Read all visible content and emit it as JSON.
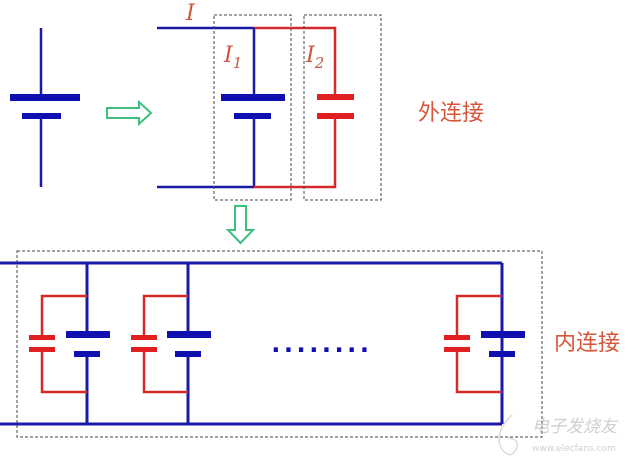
{
  "labels": {
    "total_current": "I",
    "current_1": "I",
    "current_1_sub": "1",
    "current_2": "I",
    "current_2_sub": "2",
    "external_connection": "外连接",
    "internal_connection": "内连接",
    "ellipsis": "........"
  },
  "watermark": {
    "brand": "电子发烧友",
    "url": "www.elecfans.com"
  },
  "colors": {
    "blue_wire": "#1a1aa6",
    "red_wire": "#d42a2a",
    "arrow": "#3fbf7f",
    "label": "#c8553d"
  }
}
